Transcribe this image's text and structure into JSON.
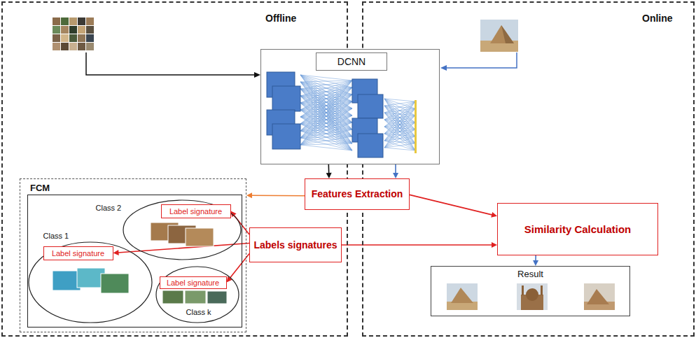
{
  "diagram": {
    "nodes": [
      {
        "text": [
          "Offline"
        ]
      },
      {
        "text": [
          "Online"
        ]
      },
      {
        "text": [
          "DCNN"
        ]
      },
      {
        "text": [
          "Features Extraction"
        ]
      },
      {
        "text": [
          "FCM"
        ],
        "in": 0
      },
      {
        "text": [
          "Class 2"
        ],
        "in": 4
      },
      {
        "text": [
          "Label signature"
        ],
        "in": 5
      },
      {
        "text": [
          "Class 1"
        ],
        "in": 4
      },
      {
        "text": [
          "Label signature"
        ],
        "in": 7
      },
      {
        "text": [
          "Class k"
        ],
        "in": 4
      },
      {
        "text": [
          "Label signature"
        ],
        "in": 9
      },
      {
        "text": [
          "Labels signatures"
        ],
        "in": 0
      },
      {
        "text": [
          "Similarity Calculation"
        ],
        "in": 1
      },
      {
        "text": [
          "Result"
        ],
        "in": 1
      }
    ],
    "edges": [
      {
        "from": 2,
        "to": 3,
        "arrow": "to"
      },
      {
        "from": 2,
        "to": 3,
        "arrow": "to"
      },
      {
        "from": 3,
        "to": 4,
        "arrow": "to"
      },
      {
        "from": 3,
        "to": 12,
        "arrow": "to"
      },
      {
        "from": 11,
        "to": 6,
        "arrow": "to"
      },
      {
        "from": 11,
        "to": 8,
        "arrow": "to"
      },
      {
        "from": 11,
        "to": 10,
        "arrow": "to"
      },
      {
        "from": 11,
        "to": 12,
        "arrow": "to"
      },
      {
        "from": 12,
        "to": 13,
        "arrow": "to"
      }
    ]
  }
}
